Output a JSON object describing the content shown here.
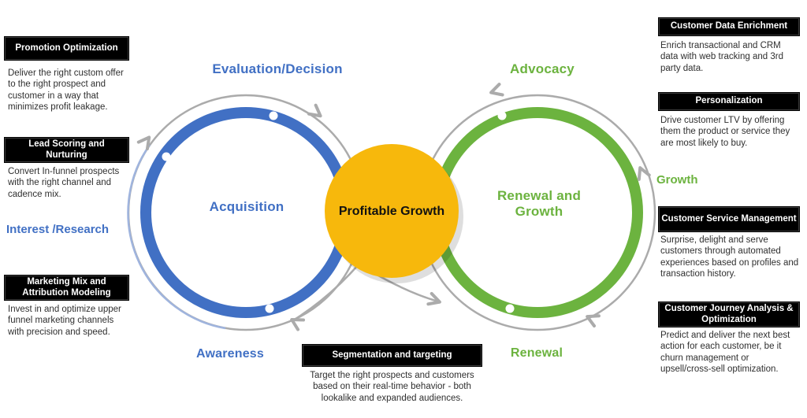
{
  "colors": {
    "blue": "#4170C4",
    "green": "#6CB33F",
    "yellow": "#F7B80C",
    "grey": "#ABABAB",
    "light_blue": "#9FB4DE",
    "box_bg": "#000000",
    "box_text": "#FFFFFF",
    "desc_text": "#2F2F2F",
    "dot": "#FFFFFF"
  },
  "center_label": "Profitable Growth",
  "stages": {
    "evaluation_decision": "Evaluation/Decision",
    "advocacy": "Advocacy",
    "acquisition": "Acquisition",
    "renewal_and_growth": "Renewal and Growth",
    "interest_research": "Interest /Research",
    "growth": "Growth",
    "awareness": "Awareness",
    "renewal": "Renewal"
  },
  "callouts": {
    "left": [
      {
        "title": "Promotion Optimization",
        "desc": "Deliver the right custom offer to the right prospect and customer in a way that minimizes profit leakage."
      },
      {
        "title": "Lead Scoring and Nurturing",
        "desc": "Convert In-funnel prospects with the right channel and cadence mix."
      },
      {
        "title": "Marketing Mix and Attribution Modeling",
        "desc": "Invest in and optimize upper funnel marketing channels with precision and speed."
      }
    ],
    "right": [
      {
        "title": "Customer Data Enrichment",
        "desc": "Enrich transactional and CRM data with web tracking and 3rd party data."
      },
      {
        "title": "Personalization",
        "desc": "Drive customer LTV by offering them the product or service they are most likely to buy."
      },
      {
        "title": "Customer Service Management",
        "desc": "Surprise, delight and serve customers through automated experiences based on profiles and transaction history."
      },
      {
        "title": "Customer Journey Analysis & Optimization",
        "desc": "Predict and deliver the next best action for each customer, be it churn management or upsell/cross-sell optimization."
      }
    ],
    "bottom": {
      "title": "Segmentation and targeting",
      "desc": "Target the right prospects and customers based on their real-time behavior - both lookalike and expanded audiences."
    }
  }
}
